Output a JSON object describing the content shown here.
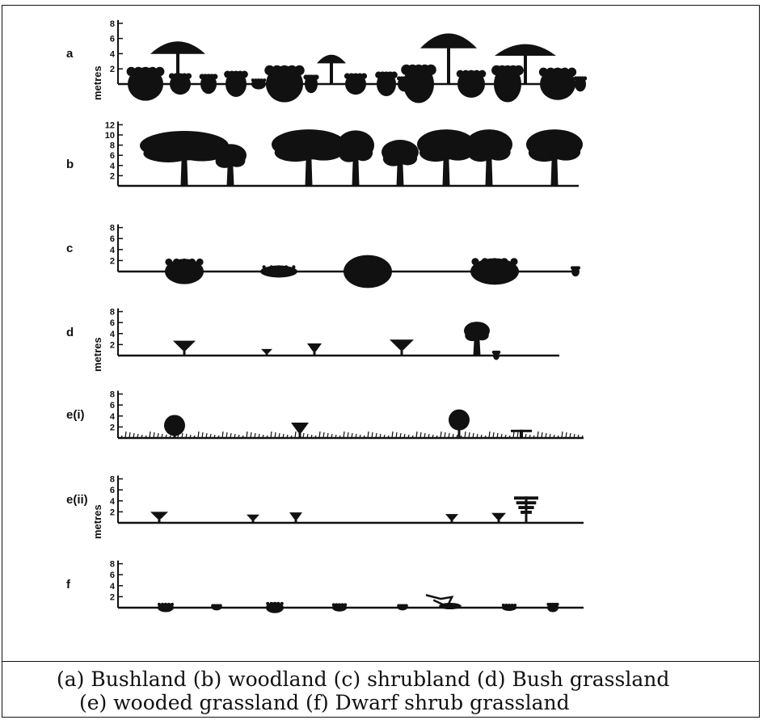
{
  "caption": {
    "line1": "(a) Bushland (b) woodland (c) shrubland (d) Bush grassland",
    "line2": "(e) wooded grassland (f) Dwarf shrub grassland"
  },
  "axis_unit_label": "metres",
  "panels": [
    {
      "id": "a",
      "label": "a",
      "ticks": [
        "8",
        "6",
        "4",
        "2"
      ],
      "max_height": 8,
      "show_unit": true
    },
    {
      "id": "b",
      "label": "b",
      "ticks": [
        "12",
        "10",
        "8",
        "6",
        "4",
        "2"
      ],
      "max_height": 12,
      "show_unit": false
    },
    {
      "id": "c",
      "label": "c",
      "ticks": [
        "8",
        "6",
        "4",
        "2"
      ],
      "max_height": 8,
      "show_unit": false
    },
    {
      "id": "d",
      "label": "d",
      "ticks": [
        "8",
        "6",
        "4",
        "2"
      ],
      "max_height": 8,
      "show_unit": true
    },
    {
      "id": "e1",
      "label": "e(i)",
      "ticks": [
        "8",
        "6",
        "4",
        "2"
      ],
      "max_height": 8,
      "show_unit": false
    },
    {
      "id": "e2",
      "label": "e(ii)",
      "ticks": [
        "8",
        "6",
        "4",
        "2"
      ],
      "max_height": 8,
      "show_unit": true
    },
    {
      "id": "f",
      "label": "f",
      "ticks": [
        "8",
        "6",
        "4",
        "2"
      ],
      "max_height": 8,
      "show_unit": false
    }
  ],
  "colors": {
    "ink": "#111111",
    "background": "#ffffff"
  }
}
